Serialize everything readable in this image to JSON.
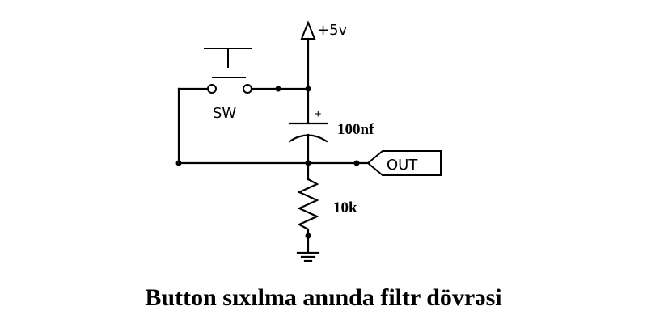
{
  "labels": {
    "supply": "+5v",
    "switch": "SW",
    "capacitor": "100nf",
    "capacitor_polarity": "+",
    "resistor": "10k",
    "output": "OUT"
  },
  "caption": "Button sıxılma anında filtr dövrəsi"
}
